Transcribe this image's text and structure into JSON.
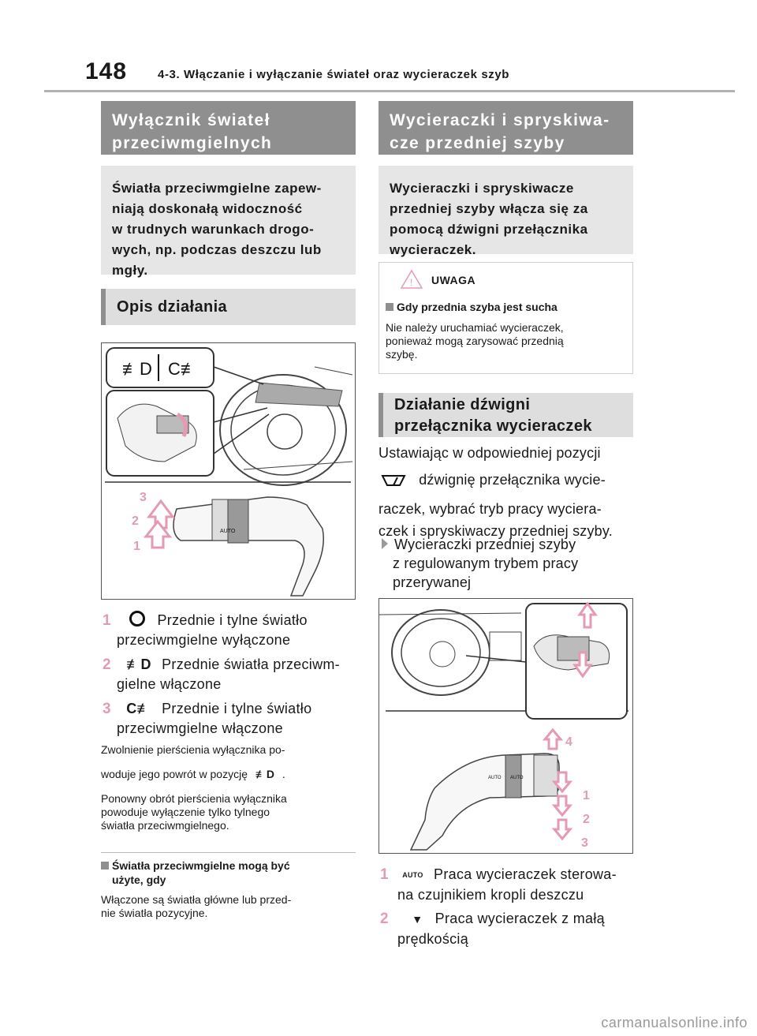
{
  "header": {
    "page_number": "148",
    "chapter_title": "4-3. Włączanie i wyłączanie świateł oraz wycieraczek szyb"
  },
  "left": {
    "section_title_line1": "Wyłącznik świateł",
    "section_title_line2": "przeciwmgielnych",
    "intro_lines": [
      "Światła przeciwmgielne zapew-",
      "niają doskonałą widoczność",
      "w trudnych warunkach drogo-",
      "wych, np. podczas deszczu lub",
      "mgły."
    ],
    "subsection_title": "Opis działania",
    "diagram_labels": [
      "3",
      "2",
      "1",
      "AUTO"
    ],
    "items": [
      {
        "num": "1",
        "line1": "Przednie i tylne światło",
        "line2": "przeciwmgielne wyłączone"
      },
      {
        "num": "2",
        "line1": "Przednie światła przeciwm-",
        "line2": "gielne włączone"
      },
      {
        "num": "3",
        "line1": "Przednie i tylne światło",
        "line2": "przeciwmgielne włączone"
      }
    ],
    "note1_line1": "Zwolnienie pierścienia wyłącznika po-",
    "note1_line2a": "woduje jego powrót w pozycję",
    "note1_line2b": ".",
    "note2_lines": [
      "Ponowny obrót pierścienia wyłącznika",
      "powoduje wyłączenie tylko tylnego",
      "światła przeciwmgielnego."
    ],
    "condition_title_line1": "Światła przeciwmgielne mogą być",
    "condition_title_line2": "użyte, gdy",
    "condition_text_lines": [
      "Włączone są światła główne lub przed-",
      "nie światła pozycyjne."
    ]
  },
  "right": {
    "section_title_line1": "Wycieraczki i spryskiwa-",
    "section_title_line2": "cze przedniej szyby",
    "intro_lines": [
      "Wycieraczki i spryskiwacze",
      "przedniej szyby włącza się za",
      "pomocą dźwigni przełącznika",
      "wycieraczek."
    ],
    "warning": {
      "label": "UWAGA",
      "title": "Gdy przednia szyba jest sucha",
      "text_lines": [
        "Nie należy uruchamiać wycieraczek,",
        "ponieważ mogą zarysować przednią",
        "szybę."
      ]
    },
    "subsection_title_line1": "Działanie dźwigni",
    "subsection_title_line2": "przełącznika wycieraczek",
    "body_line1": "Ustawiając w odpowiedniej pozycji",
    "body_line2": "dźwignię przełącznika wycie-",
    "body_line3": "raczek, wybrać tryb pracy wyciera-",
    "body_line4": "czek i spryskiwaczy przedniej szyby.",
    "mode_lines": [
      "Wycieraczki przedniej szyby",
      "z regulowanym trybem pracy",
      "przerywanej"
    ],
    "diagram_labels": [
      "4",
      "1",
      "2",
      "3",
      "AUTO",
      "AUTO"
    ],
    "items": [
      {
        "num": "1",
        "icon_text": "AUTO",
        "line1": "Praca wycieraczek sterowa-",
        "line2": "na czujnikiem kropli deszczu"
      },
      {
        "num": "2",
        "line1": "Praca wycieraczek z małą",
        "line2": "prędkością"
      }
    ]
  },
  "footer": {
    "watermark": "carmanualsonline.info"
  }
}
